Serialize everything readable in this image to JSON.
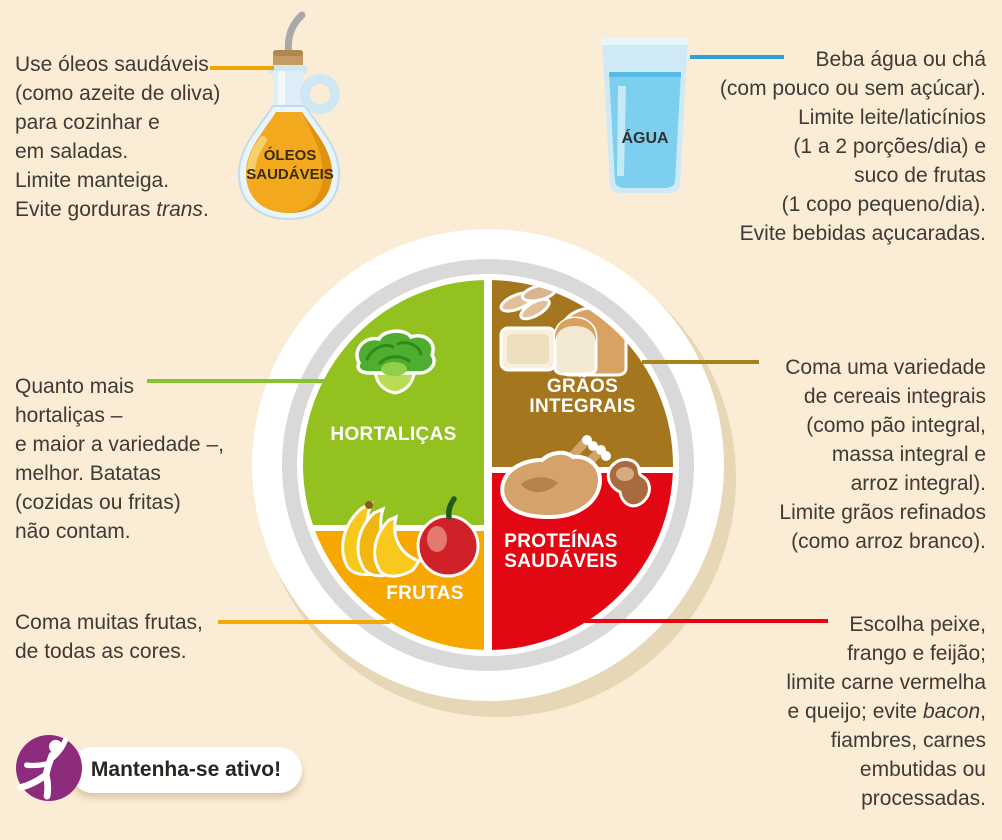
{
  "palette": {
    "background": "#fbecd5",
    "text": "#3e3a35",
    "vegetables_green": "#93c120",
    "grains_brown": "#a4771e",
    "fruits_orange": "#f6a800",
    "protein_red": "#e30613",
    "plate_gray_ring": "#d9d9d9",
    "plate_shadow": "#e6d7b6",
    "activity_purple": "#8d2b7d",
    "water_blue_line": "#2f9fd6",
    "oils_line": "#f0a400",
    "vegetables_line": "#85c32f",
    "grains_line": "#a5841a",
    "fruits_line": "#f6a800",
    "protein_line": "#e30613"
  },
  "oils_note": {
    "lines": [
      "Use óleos saudáveis",
      "(como azeite de oliva)",
      "para cozinhar e",
      "em saladas.",
      "Limite manteiga."
    ],
    "last_prefix": "Evite gorduras ",
    "last_italic": "trans",
    "last_suffix": "."
  },
  "oil_bottle": {
    "label_line1": "ÓLEOS",
    "label_line2": "SAUDÁVEIS"
  },
  "water_note": {
    "lines": [
      "Beba água ou chá",
      "(com pouco ou sem açúcar).",
      "Limite leite/laticínios",
      "(1 a 2 porções/dia) e",
      "suco de frutas",
      "(1 copo pequeno/dia).",
      "Evite bebidas açucaradas."
    ]
  },
  "water_glass": {
    "label": "ÁGUA"
  },
  "vegetables_note": {
    "lines": [
      "Quanto mais",
      "hortaliças –",
      "e maior a variedade –,",
      "melhor. Batatas",
      "(cozidas ou fritas)",
      "não contam."
    ]
  },
  "fruits_note": {
    "lines": [
      "Coma muitas frutas,",
      "de todas as cores."
    ]
  },
  "grains_note": {
    "lines": [
      "Coma uma variedade",
      "de cereais integrais",
      "(como pão integral,",
      "massa integral e",
      "arroz integral).",
      "Limite grãos refinados",
      "(como arroz branco)."
    ]
  },
  "protein_note": {
    "lines": [
      "Escolha peixe,",
      "frango e feijão;",
      "limite carne vermelha"
    ],
    "italic_prefix": "e queijo; evite ",
    "italic_word": "bacon",
    "italic_suffix": ",",
    "lines_after": [
      "fiambres, carnes",
      "embutidas ou",
      "processadas."
    ]
  },
  "plate": {
    "vegetables_label": "HORTALIÇAS",
    "grains_label_line1": "GRÃOS",
    "grains_label_line2": "INTEGRAIS",
    "fruits_label": "FRUTAS",
    "protein_label_line1": "PROTEÍNAS",
    "protein_label_line2": "SAUDÁVEIS"
  },
  "activity_badge": {
    "label": "Mantenha-se ativo!"
  }
}
